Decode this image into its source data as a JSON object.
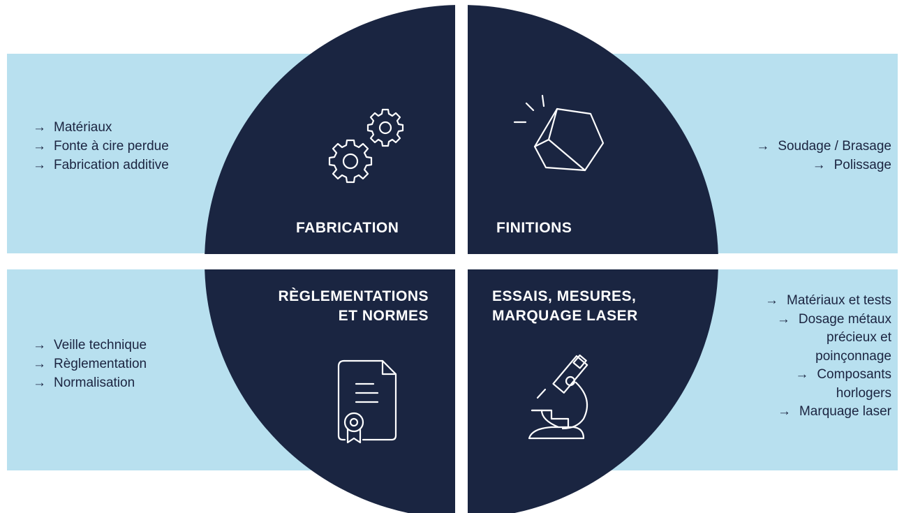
{
  "colors": {
    "band": "#b8e0ef",
    "disc": "#1a2541",
    "text_dark": "#1b2440",
    "text_light": "#ffffff"
  },
  "quadrants": {
    "fabrication": {
      "title": "FABRICATION",
      "icon": "gears-icon",
      "items": [
        "Matériaux",
        "Fonte à cire perdue",
        "Fabrication additive"
      ]
    },
    "finitions": {
      "title": "FINITIONS",
      "icon": "polished-gem-icon",
      "items": [
        "Soudage / Brasage",
        "Polissage"
      ]
    },
    "reglementations": {
      "title_line1": "RÈGLEMENTATIONS",
      "title_line2": "ET NORMES",
      "icon": "certificate-document-icon",
      "items": [
        "Veille technique",
        "Règlementation",
        "Normalisation"
      ]
    },
    "essais": {
      "title_line1": "ESSAIS, MESURES,",
      "title_line2": "MARQUAGE LASER",
      "icon": "microscope-icon",
      "items": [
        "Matériaux et tests",
        "Dosage métaux précieux et poinçonnage",
        "Composants horlogers",
        "Marquage laser"
      ]
    }
  },
  "arrow_glyph": "→"
}
